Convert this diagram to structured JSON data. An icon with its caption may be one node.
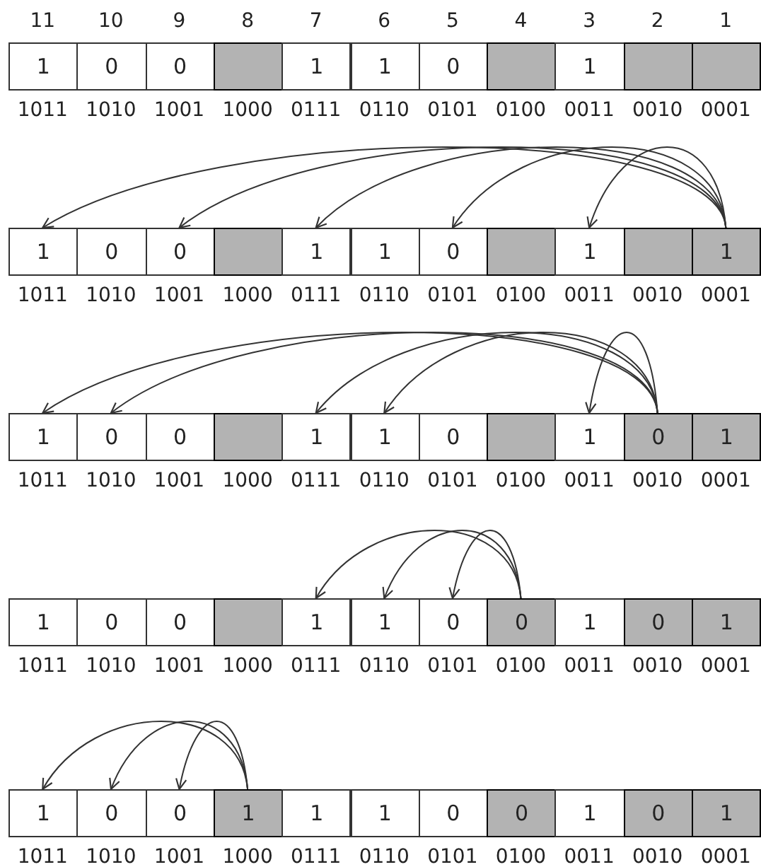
{
  "diagram": {
    "nodes": [
      {
        "text": [
          "1"
        ],
        "beside": [
          "1011"
        ]
      },
      {
        "text": [
          "0"
        ],
        "beside": [
          "1010"
        ]
      },
      {
        "text": [
          "0"
        ],
        "beside": [
          "1001"
        ]
      },
      {
        "text": [],
        "shape": "box",
        "beside": [
          "1000"
        ]
      },
      {
        "text": [
          "1"
        ],
        "beside": [
          "0111"
        ]
      },
      {
        "text": [
          "1"
        ],
        "beside": [
          "0110"
        ]
      },
      {
        "text": [
          "0"
        ],
        "beside": [
          "0101"
        ]
      },
      {
        "text": [],
        "shape": "box",
        "beside": [
          "0100"
        ]
      },
      {
        "text": [
          "1"
        ],
        "beside": [
          "0011"
        ]
      },
      {
        "text": [],
        "shape": "box",
        "beside": [
          "0010"
        ]
      },
      {
        "text": [],
        "shape": "box",
        "beside": [
          "0001"
        ]
      },
      {
        "text": [
          "1"
        ],
        "beside": [
          "1011"
        ]
      },
      {
        "text": [
          "0"
        ],
        "beside": [
          "1010"
        ]
      },
      {
        "text": [
          "0"
        ],
        "beside": [
          "1001"
        ]
      },
      {
        "text": [],
        "shape": "box",
        "beside": [
          "1000"
        ]
      },
      {
        "text": [
          "1"
        ],
        "beside": [
          "0111"
        ]
      },
      {
        "text": [
          "1"
        ],
        "beside": [
          "0110"
        ]
      },
      {
        "text": [
          "0"
        ],
        "beside": [
          "0101"
        ]
      },
      {
        "text": [],
        "shape": "box",
        "beside": [
          "0100"
        ]
      },
      {
        "text": [
          "1"
        ],
        "beside": [
          "0011"
        ]
      },
      {
        "text": [],
        "shape": "box",
        "beside": [
          "0010"
        ]
      },
      {
        "text": [
          "1"
        ],
        "beside": [
          "0001"
        ]
      },
      {
        "text": [
          "1"
        ],
        "beside": [
          "1011"
        ]
      },
      {
        "text": [
          "0"
        ],
        "beside": [
          "1010"
        ]
      },
      {
        "text": [
          "0"
        ],
        "beside": [
          "1001"
        ]
      },
      {
        "text": [],
        "shape": "box",
        "beside": [
          "1000"
        ]
      },
      {
        "text": [
          "1"
        ],
        "beside": [
          "0111"
        ]
      },
      {
        "text": [
          "1"
        ],
        "beside": [
          "0110"
        ]
      },
      {
        "text": [
          "0"
        ],
        "beside": [
          "0101"
        ]
      },
      {
        "text": [],
        "shape": "box",
        "beside": [
          "0100"
        ]
      },
      {
        "text": [
          "1"
        ],
        "beside": [
          "0011"
        ]
      },
      {
        "text": [
          "0"
        ],
        "beside": [
          "0010"
        ]
      },
      {
        "text": [
          "1"
        ],
        "beside": [
          "0001"
        ]
      },
      {
        "text": [
          "1"
        ],
        "beside": [
          "1011"
        ]
      },
      {
        "text": [
          "0"
        ],
        "beside": [
          "1010"
        ]
      },
      {
        "text": [
          "0"
        ],
        "beside": [
          "1001"
        ]
      },
      {
        "text": [],
        "shape": "box",
        "beside": [
          "1000"
        ]
      },
      {
        "text": [
          "1"
        ],
        "beside": [
          "0111"
        ]
      },
      {
        "text": [
          "1"
        ],
        "beside": [
          "0110"
        ]
      },
      {
        "text": [
          "0"
        ],
        "beside": [
          "0101"
        ]
      },
      {
        "text": [
          "0"
        ],
        "beside": [
          "0100"
        ]
      },
      {
        "text": [
          "1"
        ],
        "beside": [
          "0011"
        ]
      },
      {
        "text": [
          "0"
        ],
        "beside": [
          "0010"
        ]
      },
      {
        "text": [
          "1"
        ],
        "beside": [
          "0001"
        ]
      },
      {
        "text": [
          "1"
        ],
        "beside": [
          "1011"
        ]
      },
      {
        "text": [
          "0"
        ],
        "beside": [
          "1010"
        ]
      },
      {
        "text": [
          "0"
        ],
        "beside": [
          "1001"
        ]
      },
      {
        "text": [
          "1"
        ],
        "beside": [
          "1000"
        ]
      },
      {
        "text": [
          "1"
        ],
        "beside": [
          "0111"
        ]
      },
      {
        "text": [
          "1"
        ],
        "beside": [
          "0110"
        ]
      },
      {
        "text": [
          "0"
        ],
        "beside": [
          "0101"
        ]
      },
      {
        "text": [
          "0"
        ],
        "beside": [
          "0100"
        ]
      },
      {
        "text": [
          "1"
        ],
        "beside": [
          "0011"
        ]
      },
      {
        "text": [
          "0"
        ],
        "beside": [
          "0010"
        ]
      },
      {
        "text": [
          "1"
        ],
        "beside": [
          "0001"
        ]
      }
    ],
    "edges": [
      {
        "from": 21,
        "to": 11,
        "arrow": "to"
      },
      {
        "from": 21,
        "to": 13,
        "arrow": "to"
      },
      {
        "from": 21,
        "to": 15,
        "arrow": "to"
      },
      {
        "from": 21,
        "to": 17,
        "arrow": "to"
      },
      {
        "from": 21,
        "to": 19,
        "arrow": "to"
      },
      {
        "from": 31,
        "to": 22,
        "arrow": "to"
      },
      {
        "from": 31,
        "to": 23,
        "arrow": "to"
      },
      {
        "from": 31,
        "to": 26,
        "arrow": "to"
      },
      {
        "from": 31,
        "to": 27,
        "arrow": "to"
      },
      {
        "from": 31,
        "to": 30,
        "arrow": "to"
      },
      {
        "from": 40,
        "to": 37,
        "arrow": "to"
      },
      {
        "from": 40,
        "to": 38,
        "arrow": "to"
      },
      {
        "from": 40,
        "to": 39,
        "arrow": "to"
      },
      {
        "from": 47,
        "to": 44,
        "arrow": "to"
      },
      {
        "from": 47,
        "to": 45,
        "arrow": "to"
      },
      {
        "from": 47,
        "to": 46,
        "arrow": "to"
      }
    ],
    "labels": [
      "11",
      "10",
      "9",
      "8",
      "7",
      "6",
      "5",
      "4",
      "3",
      "2",
      "1"
    ]
  }
}
